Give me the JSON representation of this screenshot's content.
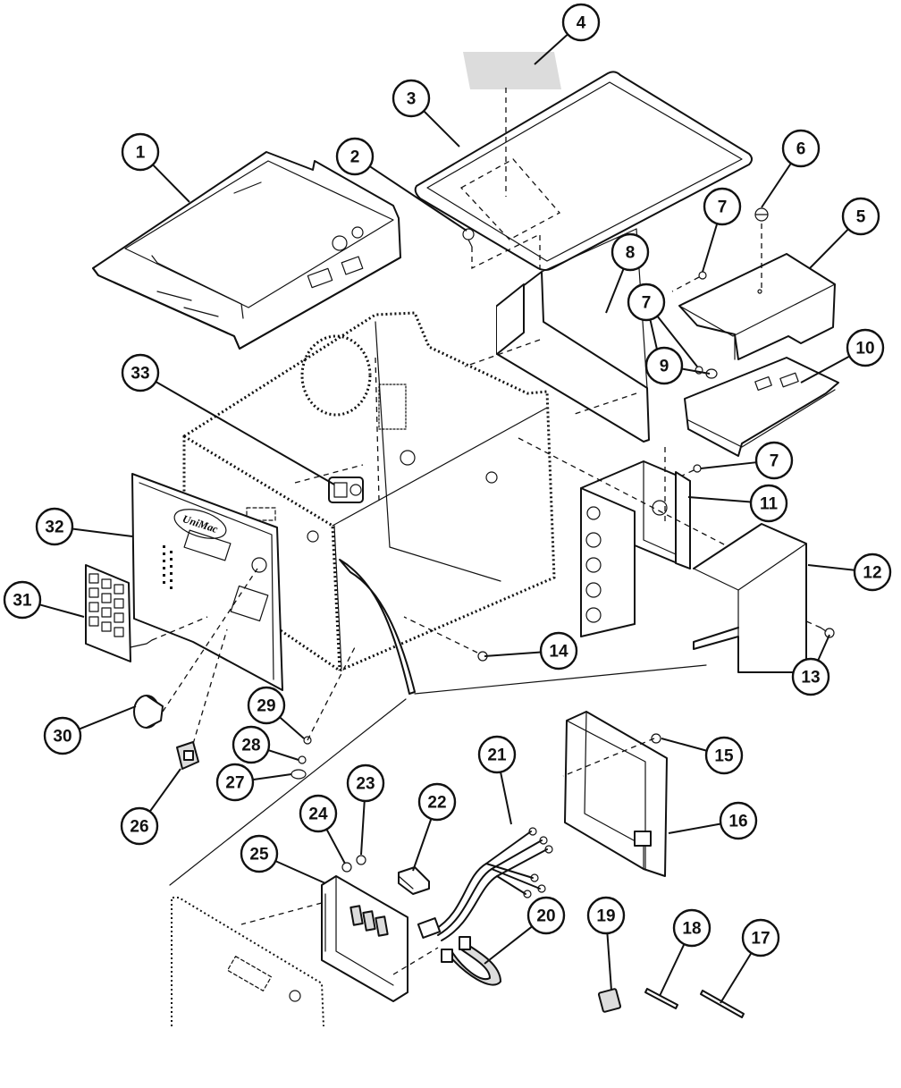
{
  "diagram": {
    "background": "#ffffff",
    "line_color": "#111111",
    "callouts": [
      {
        "id": "1",
        "label": "1"
      },
      {
        "id": "2",
        "label": "2"
      },
      {
        "id": "3",
        "label": "3"
      },
      {
        "id": "4",
        "label": "4"
      },
      {
        "id": "5",
        "label": "5"
      },
      {
        "id": "6",
        "label": "6"
      },
      {
        "id": "7a",
        "label": "7"
      },
      {
        "id": "7b",
        "label": "7"
      },
      {
        "id": "7c",
        "label": "7"
      },
      {
        "id": "8",
        "label": "8"
      },
      {
        "id": "9",
        "label": "9"
      },
      {
        "id": "10",
        "label": "10"
      },
      {
        "id": "11",
        "label": "11"
      },
      {
        "id": "12",
        "label": "12"
      },
      {
        "id": "13",
        "label": "13"
      },
      {
        "id": "14",
        "label": "14"
      },
      {
        "id": "15",
        "label": "15"
      },
      {
        "id": "16",
        "label": "16"
      },
      {
        "id": "17",
        "label": "17"
      },
      {
        "id": "18",
        "label": "18"
      },
      {
        "id": "19",
        "label": "19"
      },
      {
        "id": "20",
        "label": "20"
      },
      {
        "id": "21",
        "label": "21"
      },
      {
        "id": "22",
        "label": "22"
      },
      {
        "id": "23",
        "label": "23"
      },
      {
        "id": "24",
        "label": "24"
      },
      {
        "id": "25",
        "label": "25"
      },
      {
        "id": "26",
        "label": "26"
      },
      {
        "id": "27",
        "label": "27"
      },
      {
        "id": "28",
        "label": "28"
      },
      {
        "id": "29",
        "label": "29"
      },
      {
        "id": "30",
        "label": "30"
      },
      {
        "id": "31",
        "label": "31"
      },
      {
        "id": "32",
        "label": "32"
      },
      {
        "id": "33",
        "label": "33"
      }
    ],
    "logo_text": "UniMac"
  }
}
